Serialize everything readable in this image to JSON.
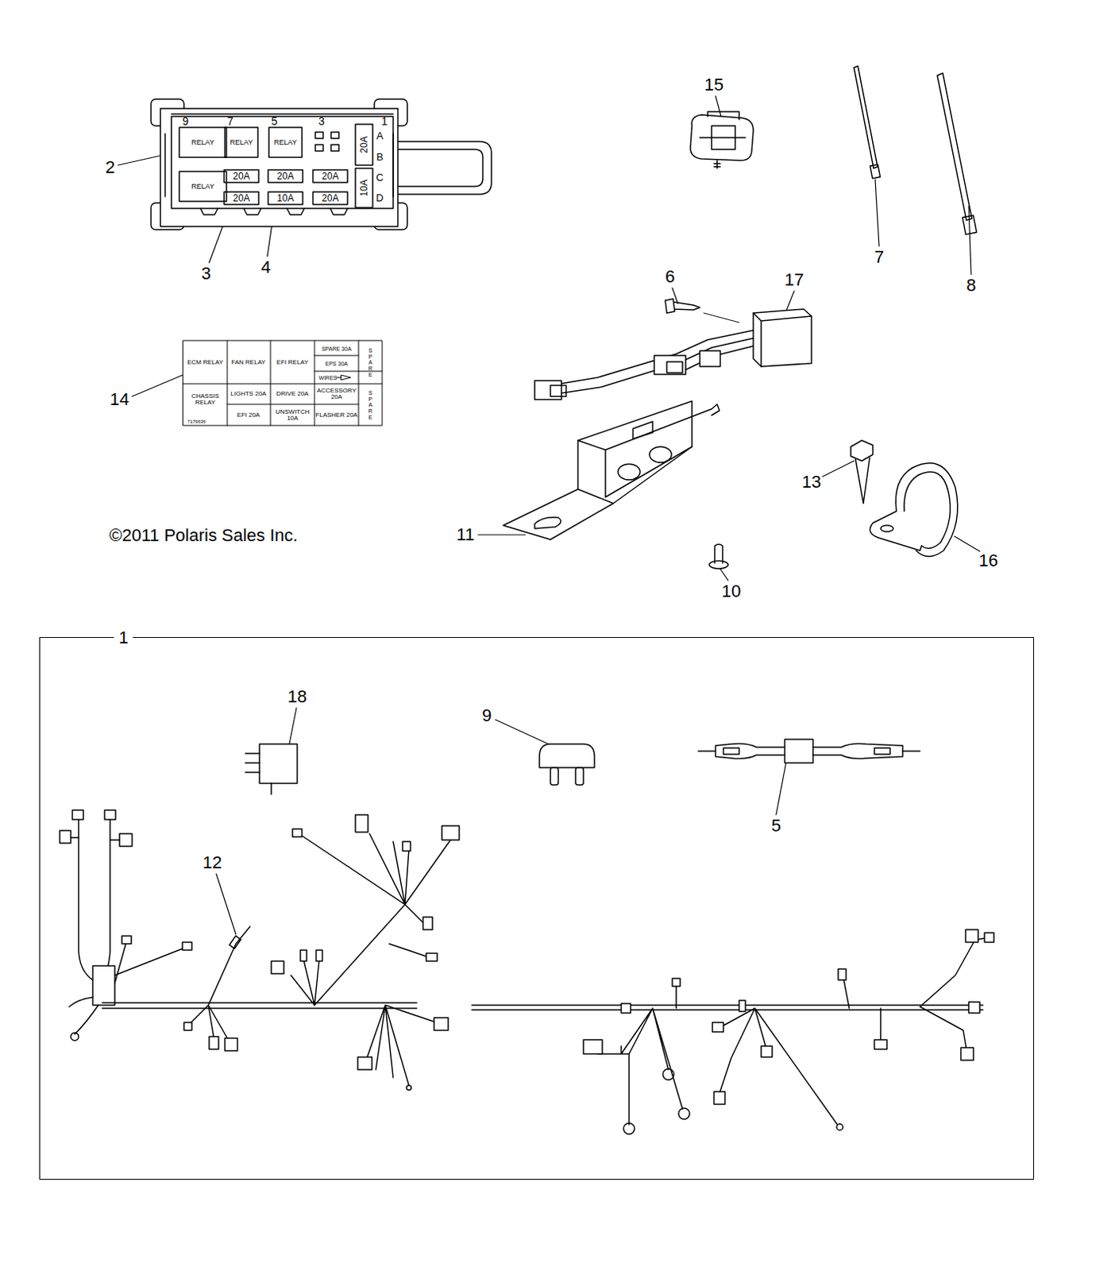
{
  "diagram": {
    "nodes": [
      {
        "text": [
          "1"
        ]
      }
    ],
    "labels": [
      "2",
      "3",
      "4",
      "14",
      "15",
      "7",
      "8",
      "6",
      "17",
      "11",
      "10",
      "13",
      "16",
      "18",
      "9",
      "5",
      "12",
      "©2011 Polaris Sales Inc.",
      "9",
      "7",
      "5",
      "3",
      "1",
      "A",
      "B",
      "C",
      "D",
      "RELAY",
      "RELAY",
      "RELAY",
      "RELAY",
      "20A",
      "20A",
      "20A",
      "20A",
      "10A",
      "20A",
      "10A",
      "20A",
      "ECM RELAY",
      "FAN RELAY",
      "EFI RELAY",
      "SPARE 30A",
      "EPS 30A",
      "WIRES",
      "SPARE",
      "CHASSIS RELAY",
      "LIGHTS 20A",
      "DRIVE 20A",
      "ACCESSORY 20A",
      "SPARE",
      "EFI 20A",
      "UNSWITCH 10A",
      "FLASHER 20A",
      "7176636"
    ]
  }
}
